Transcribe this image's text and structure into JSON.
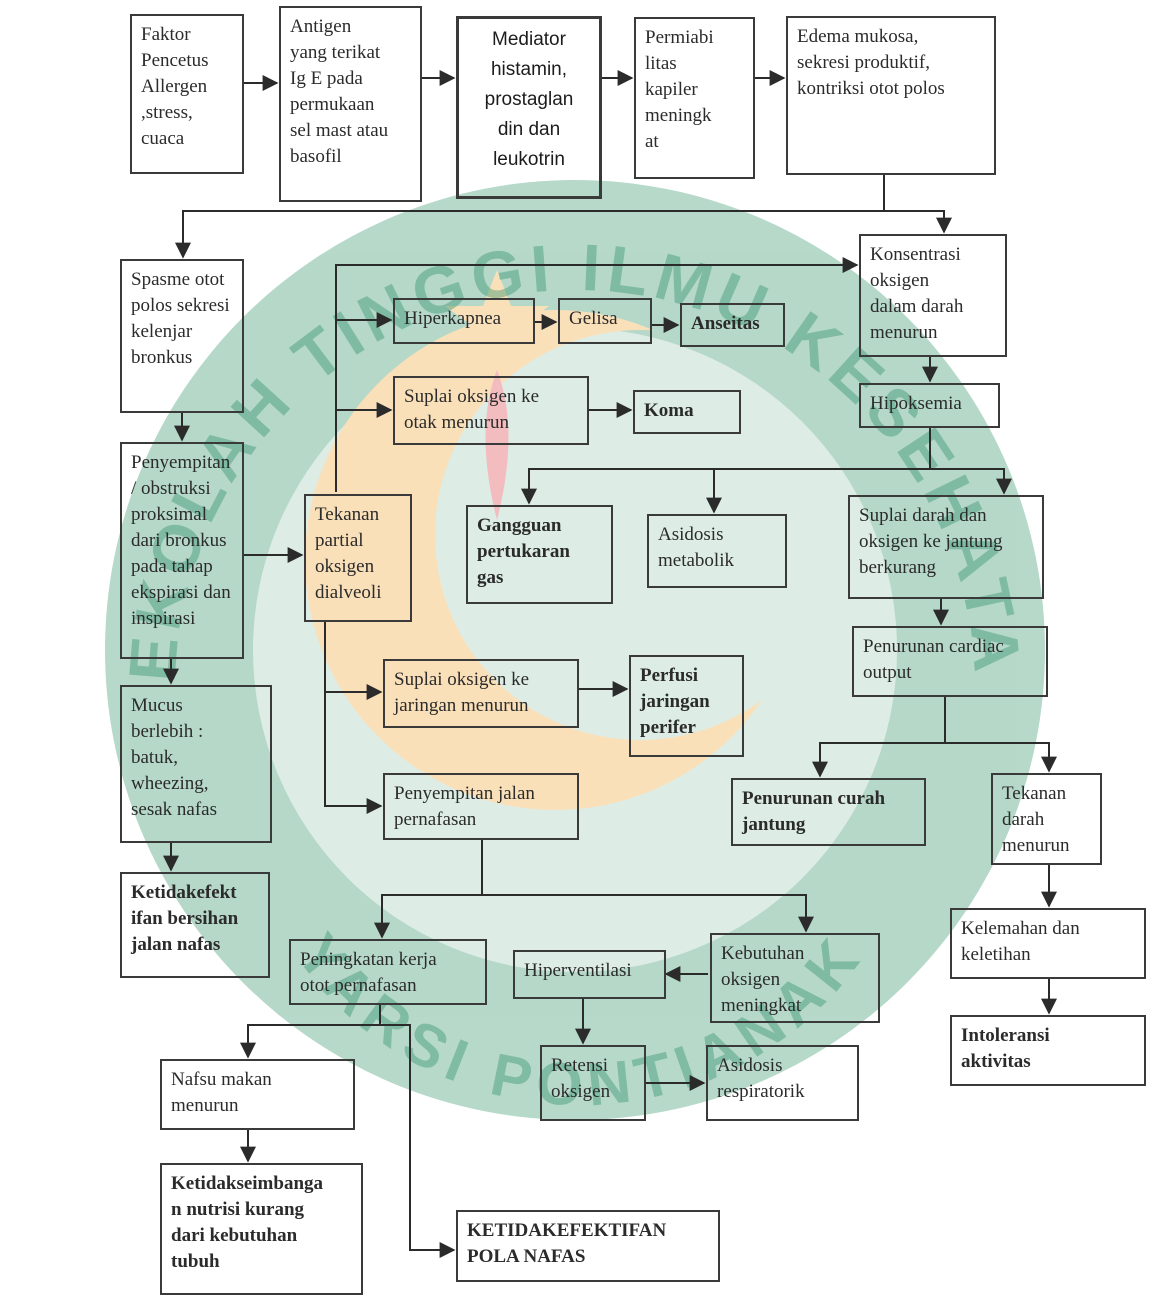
{
  "colors": {
    "box_border": "#3a3a3a",
    "arrow": "#2b2b2b",
    "watermark_green": "#3f9a73",
    "watermark_gold": "#f3b04a",
    "watermark_red": "#e0505a"
  },
  "watermark_text": "SEKOLAH TINGGI ILMU KESEHATAN YARSI PONTIANAK",
  "watermark_icon": "star-and-crescent-logo",
  "nodes": {
    "faktor": "Faktor\nPencetus\nAllergen\n,stress,\ncuaca",
    "antigen": "Antigen\nyang terikat\nIg E pada\npermukaan\nsel mast atau\nbasofil",
    "mediator": "Mediator\nhistamin,\nprostaglan\ndin dan\nleukotrin",
    "permiabilitas": "Permiabi\nlitas\nkapiler\nmeningk\nat",
    "edema": "Edema mukosa,\nsekresi produktif,\nkontriksi otot polos",
    "spasme": "Spasme otot\npolos sekresi\nkelenjar\nbronkus",
    "konsentrasi": "Konsentrasi\noksigen\ndalam darah\nmenurun",
    "hiperkapnea": "Hiperkapnea",
    "gelisa": "Gelisa",
    "anseitas": "Anseitas",
    "suplai_otak": "Suplai oksigen ke\notak menurun",
    "koma": "Koma",
    "hipoksemia": "Hipoksemia",
    "penyempitan_obs": "Penyempitan\n/ obstruksi\nproksimal\ndari bronkus\npada tahap\nekspirasi dan\ninspirasi",
    "tekanan_partial": "Tekanan\npartial\noksigen\ndialveoli",
    "gangguan": "Gangguan\npertukaran\ngas",
    "asidosis_met": "Asidosis\nmetabolik",
    "suplai_jantung": "Suplai darah dan\noksigen ke jantung\nberkurang",
    "penurunan_cardiac": "Penurunan cardiac\noutput",
    "suplai_jaringan": "Suplai oksigen ke\njaringan menurun",
    "perfusi": "Perfusi\njaringan\nperifer",
    "mucus": "Mucus\nberlebih :\nbatuk,\nwheezing,\nsesak nafas",
    "penyempitan_jalan": "Penyempitan jalan\npernafasan",
    "penurunan_curah": "Penurunan curah\njantung",
    "tekanan_darah": "Tekanan\ndarah\nmenurun",
    "ketidakefektifan_bersihan": "Ketidakefekt\nifan bersihan\njalan nafas",
    "peningkatan_kerja": "Peningkatan kerja\notot pernafasan",
    "hiperventilasi": "Hiperventilasi",
    "kebutuhan": "Kebutuhan\noksigen\nmeningkat",
    "kelemahan": "Kelemahan dan\nkeletihan",
    "intoleransi": "Intoleransi\naktivitas",
    "nafsu": "Nafsu makan\nmenurun",
    "retensi": "Retensi\noksigen",
    "asidosis_resp": "Asidosis\nrespiratorik",
    "ketidakseimbangan": "Ketidakseimbanga\nn nutrisi kurang\ndari kebutuhan\ntubuh",
    "pola_nafas": "KETIDAKEFEKTIFAN\nPOLA NAFAS"
  }
}
